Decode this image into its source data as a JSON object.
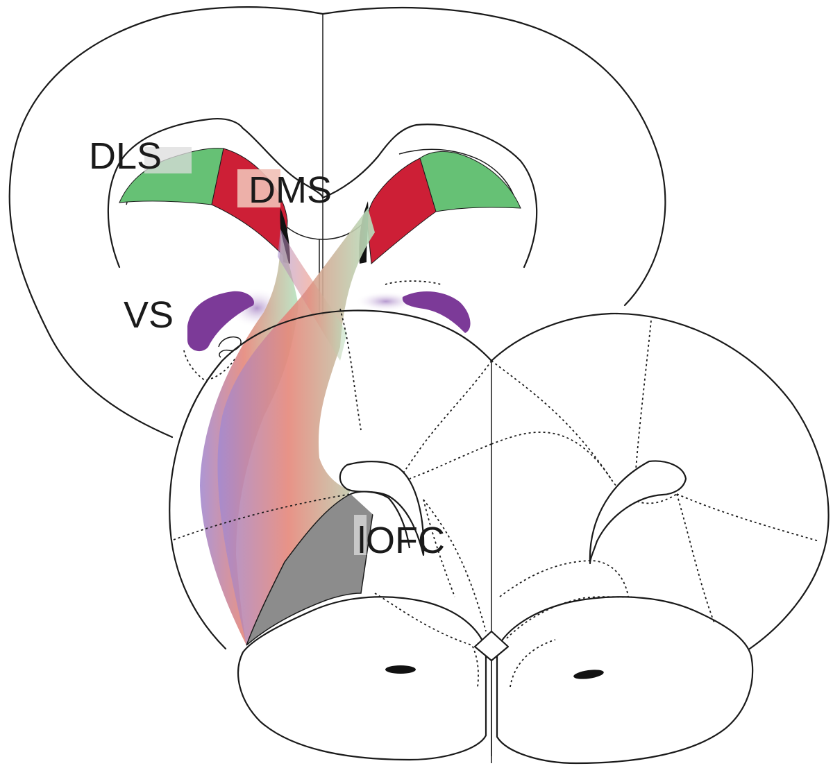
{
  "labels": {
    "dls": "DLS",
    "dms": "DMS",
    "vs": "VS",
    "lofc": "lOFC"
  },
  "colors": {
    "dls": "#66c175",
    "dms": "#cd1f36",
    "vs": "#7c3a98",
    "lofc": "#8c8c8c",
    "projection_purple": "#a98bd0",
    "projection_red": "#e88a78",
    "projection_green": "#a8dcb0"
  }
}
